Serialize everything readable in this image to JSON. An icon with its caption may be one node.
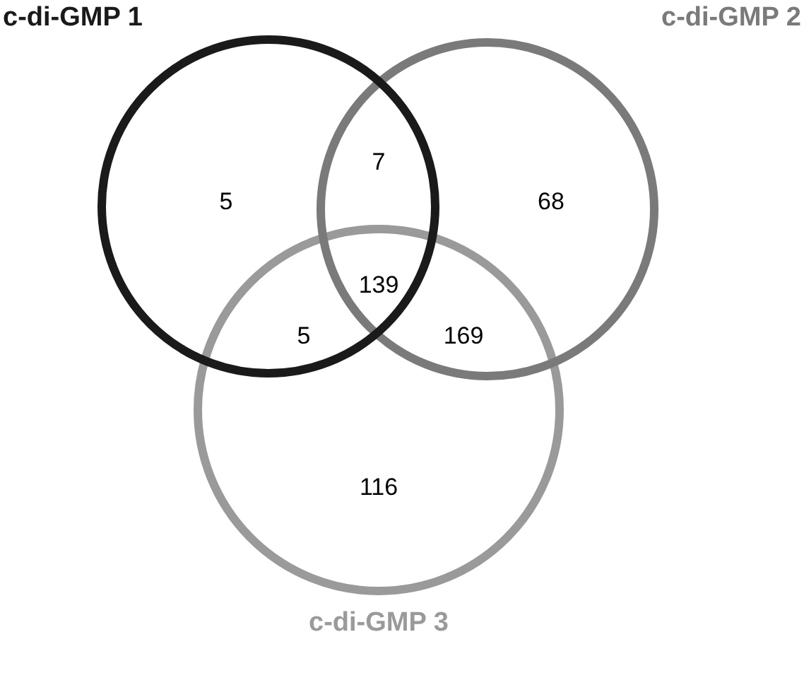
{
  "diagram": {
    "nodes": [
      {
        "text": [
          "c-di-GMP 1"
        ]
      },
      {
        "text": [
          "c-di-GMP 2"
        ]
      },
      {
        "text": [
          "c-di-GMP 3"
        ]
      }
    ],
    "labels": [
      "5",
      "7",
      "68",
      "139",
      "5",
      "169",
      "116"
    ]
  }
}
